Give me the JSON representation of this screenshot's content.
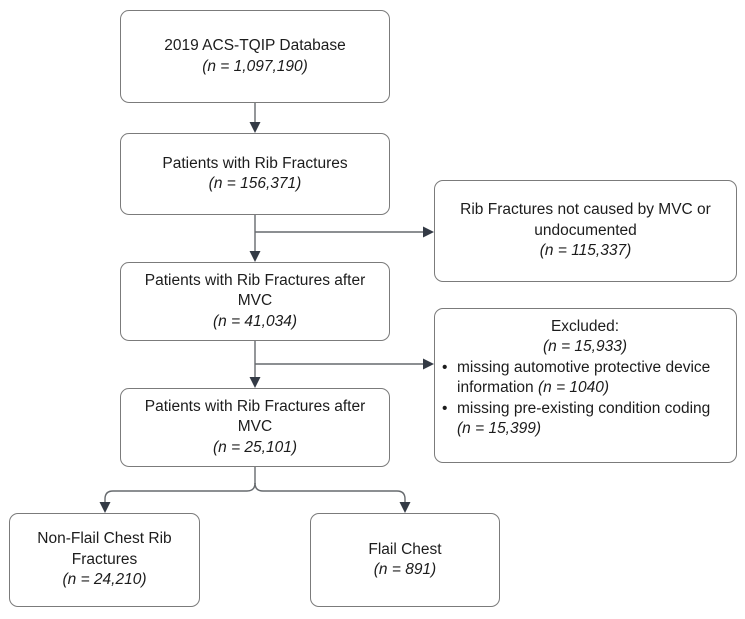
{
  "diagram": {
    "bullet_marker": "•",
    "colors": {
      "background": "#ffffff",
      "box_border": "#7b7b7b",
      "line": "#666a6e",
      "arrowhead": "#333a45",
      "text": "#1c1c1c"
    },
    "nodes": {
      "database": {
        "label": "2019 ACS-TQIP Database",
        "n": "(n = 1,097,190)"
      },
      "rib_fractures": {
        "label": "Patients with Rib Fractures",
        "n": "(n = 156,371)"
      },
      "not_mvc": {
        "label": "Rib Fractures not caused by MVC or undocumented",
        "n": "(n = 115,337)"
      },
      "after_mvc_all": {
        "label": "Patients with Rib Fractures after MVC",
        "n": "(n = 41,034)"
      },
      "excluded": {
        "heading": "Excluded:",
        "n": "(n = 15,933)",
        "bullets": [
          {
            "text": "missing automotive protective device information ",
            "n": "(n = 1040)"
          },
          {
            "text": "missing pre-existing condition coding ",
            "n": "(n = 15,399)"
          }
        ]
      },
      "after_mvc_final": {
        "label": "Patients with Rib Fractures after MVC",
        "n": "(n = 25,101)"
      },
      "non_flail": {
        "label": "Non-Flail Chest Rib Fractures",
        "n": "(n = 24,210)"
      },
      "flail": {
        "label": "Flail Chest",
        "n": "(n = 891)"
      }
    }
  }
}
